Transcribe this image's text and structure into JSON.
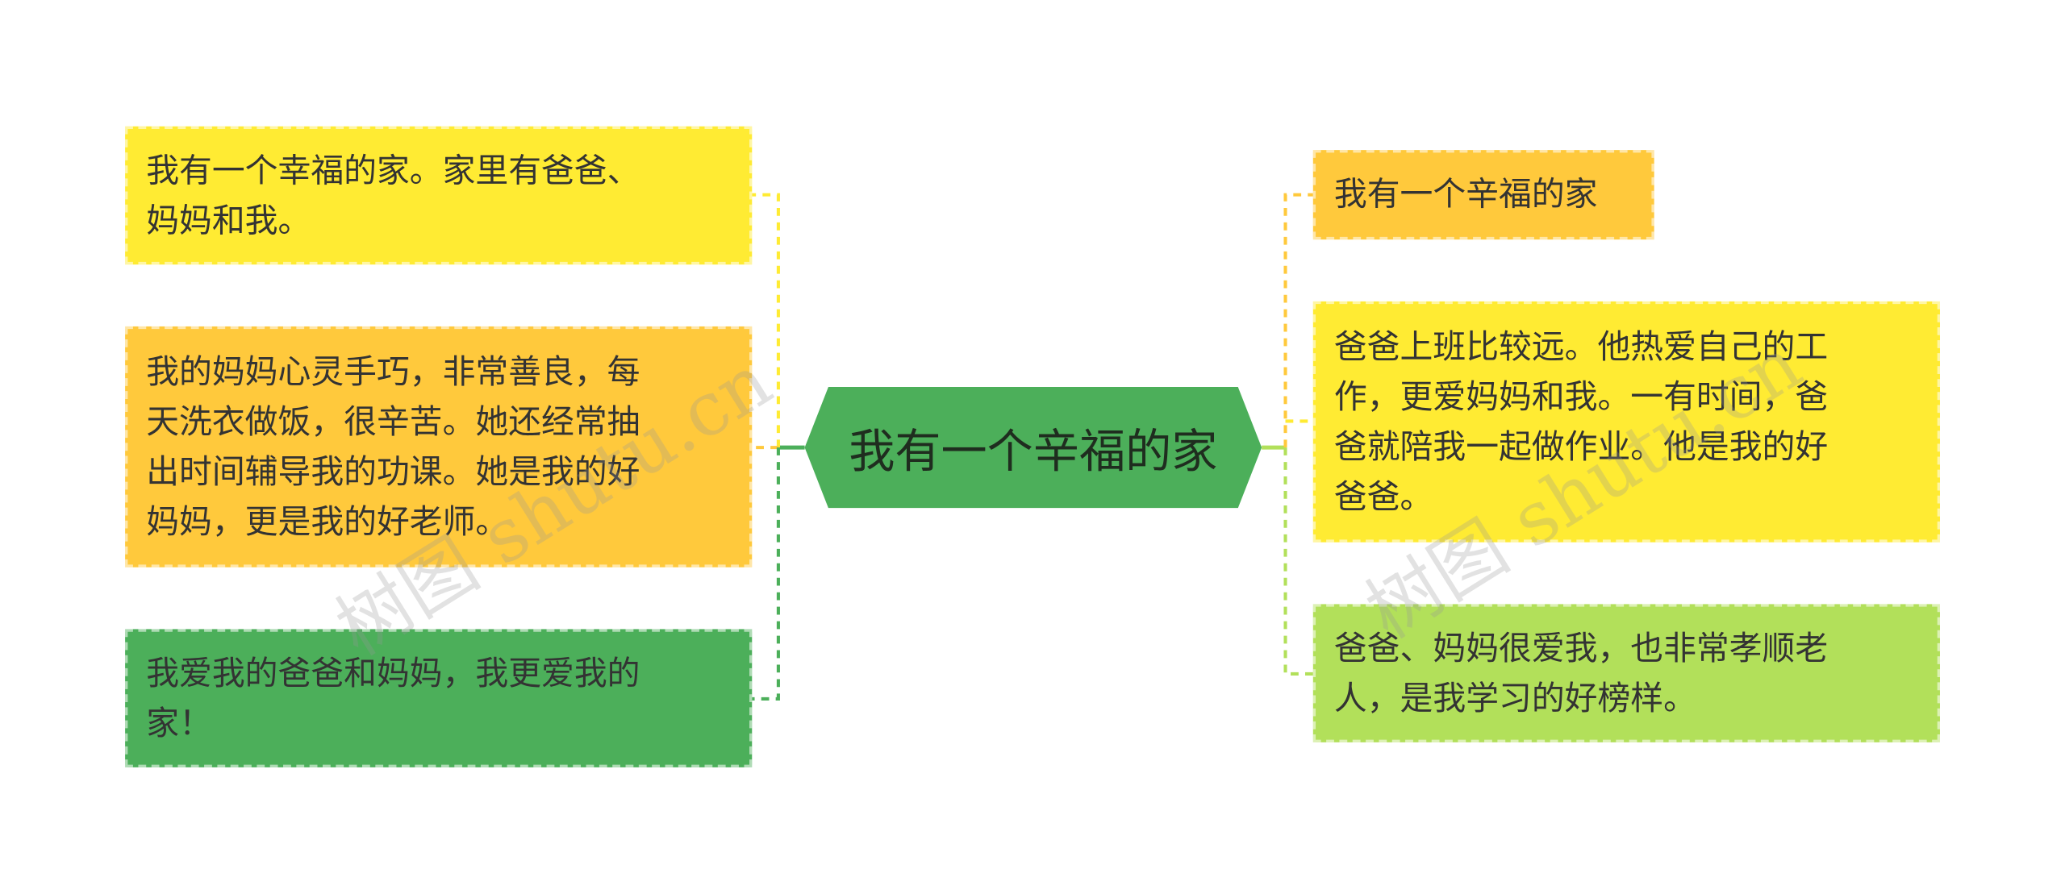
{
  "colors": {
    "green": "#4caf5a",
    "yellow": "#ffeb33",
    "orange": "#ffc93c",
    "light_green": "#b2e05a",
    "root_fill": "#4caf5a"
  },
  "root": {
    "label": "我有一个辛福的家"
  },
  "left_branches": [
    {
      "text": "我有一个幸福的家。家里有爸爸、妈妈和我。",
      "lines": [
        "我有一个幸福的家。家里有爸爸、",
        "妈妈和我。"
      ],
      "color": "yellow"
    },
    {
      "text": "我的妈妈心灵手巧，非常善良，每天洗衣做饭，很辛苦。她还经常抽出时间辅导我的功课。她是我的好妈妈，更是我的好老师。",
      "lines": [
        "我的妈妈心灵手巧，非常善良，每",
        "天洗衣做饭，很辛苦。她还经常抽",
        "出时间辅导我的功课。她是我的好",
        "妈妈，更是我的好老师。"
      ],
      "color": "orange"
    },
    {
      "text": "我爱我的爸爸和妈妈，我更爱我的家！",
      "lines": [
        "我爱我的爸爸和妈妈，我更爱我的",
        "家！"
      ],
      "color": "green"
    }
  ],
  "right_branches": [
    {
      "text": "我有一个辛福的家",
      "lines": [
        "我有一个辛福的家"
      ],
      "color": "orange"
    },
    {
      "text": "爸爸上班比较远。他热爱自己的工作，更爱妈妈和我。一有时间，爸爸就陪我一起做作业。他是我的好爸爸。",
      "lines": [
        "爸爸上班比较远。他热爱自己的工",
        "作，更爱妈妈和我。一有时间，爸",
        "爸就陪我一起做作业。他是我的好",
        "爸爸。"
      ],
      "color": "yellow"
    },
    {
      "text": "爸爸、妈妈很爱我，也非常孝顺老人，是我学习的好榜样。",
      "lines": [
        "爸爸、妈妈很爱我，也非常孝顺老",
        "人，是我学习的好榜样。"
      ],
      "color": "light_green"
    }
  ],
  "watermarks": [
    "树图 shutu.cn",
    "树图 shutu.cn"
  ]
}
